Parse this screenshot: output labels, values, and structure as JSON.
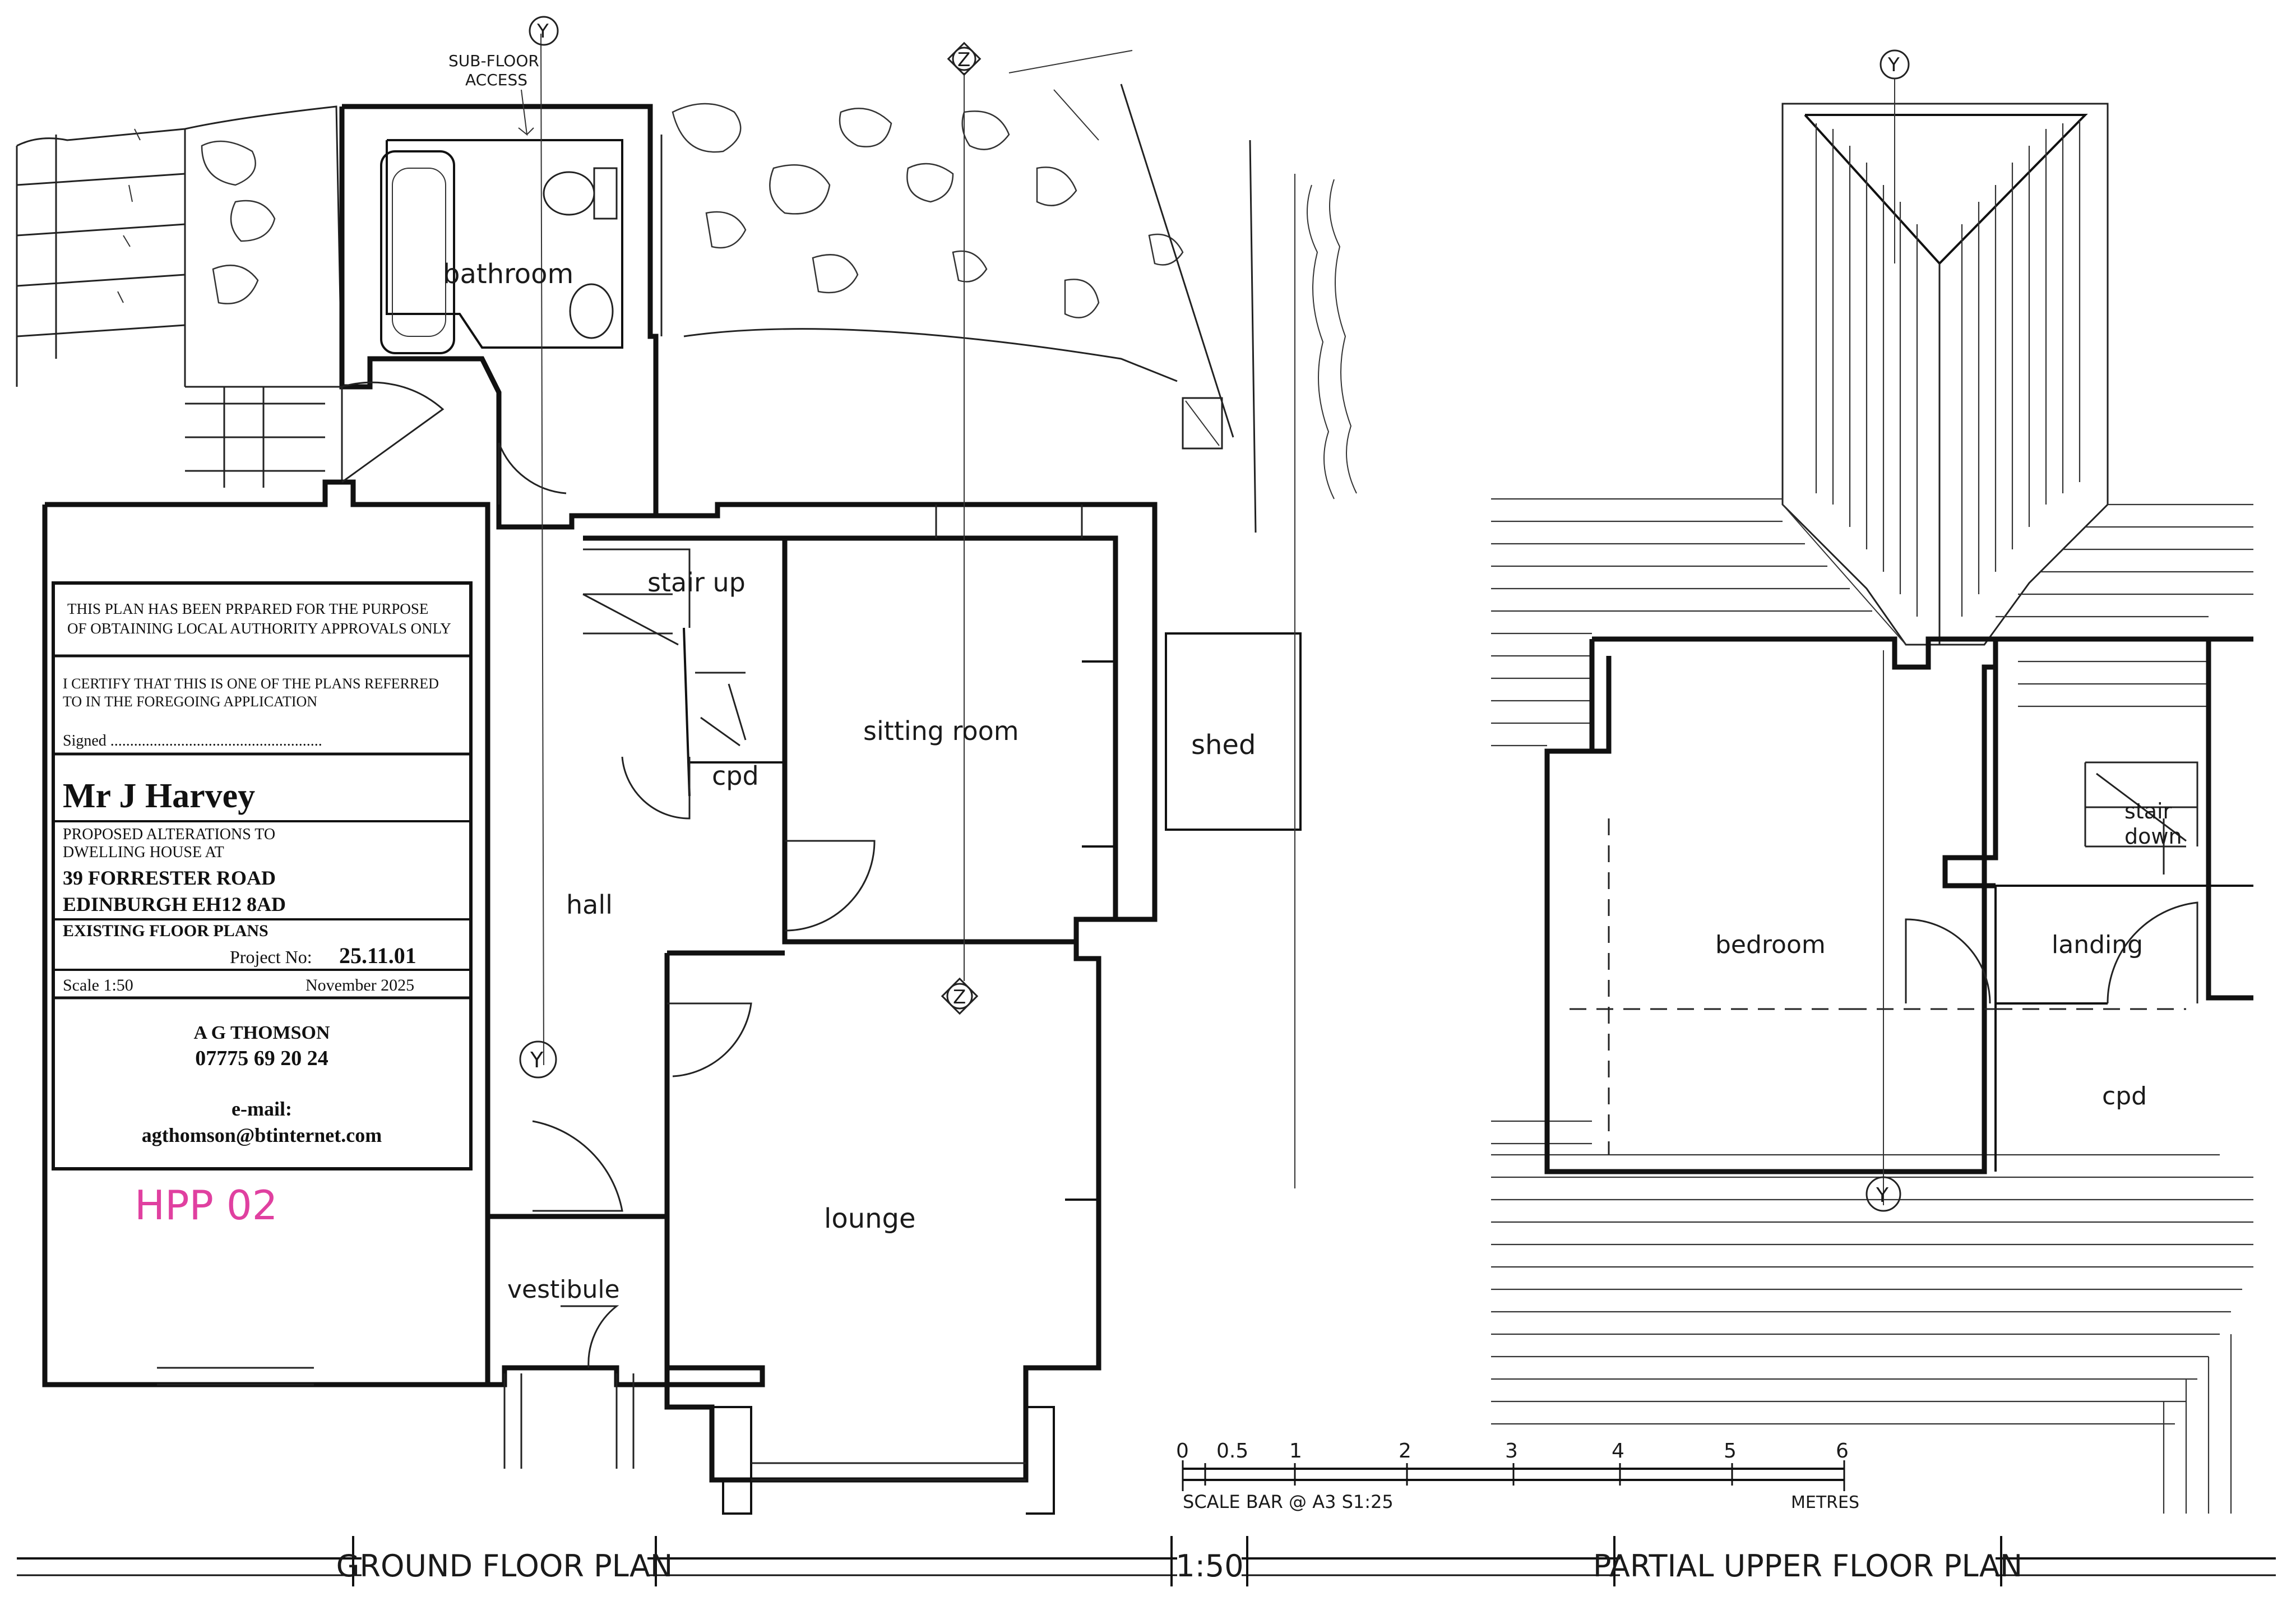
{
  "rooms": {
    "bathroom": "bathroom",
    "stair_up": "stair up",
    "cpd_ground": "cpd",
    "sitting_room": "sitting room",
    "hall": "hall",
    "lounge": "lounge",
    "vestibule": "vestibule",
    "shed": "shed",
    "bedroom": "bedroom",
    "stair_down_1": "stair",
    "stair_down_2": "down",
    "landing": "landing",
    "cpd_upper": "cpd"
  },
  "annotations": {
    "subfloor_1": "SUB-FLOOR",
    "subfloor_2": "ACCESS",
    "section_y": "Y",
    "section_z": "Z",
    "hpp": "HPP 02"
  },
  "title_block": {
    "purpose_1": "THIS PLAN HAS BEEN PRPARED FOR THE PURPOSE",
    "purpose_2": "OF OBTAINING LOCAL AUTHORITY APPROVALS ONLY",
    "certify_1": "I CERTIFY THAT THIS IS ONE OF THE PLANS REFERRED",
    "certify_2": "TO IN THE FOREGOING APPLICATION",
    "signed": "Signed ......................................................",
    "client": "Mr J Harvey",
    "desc_1": "PROPOSED ALTERATIONS TO",
    "desc_2": "DWELLING HOUSE AT",
    "address_1": "39 FORRESTER ROAD",
    "address_2": "EDINBURGH    EH12 8AD",
    "drawing_title": "EXISTING FLOOR PLANS",
    "project_label": "Project No:",
    "project_no": "25.11.01",
    "scale": "Scale 1:50",
    "date": "November  2025",
    "designer": "A G THOMSON",
    "phone": "07775 69 20 24",
    "email_label": "e-mail:",
    "email": "agthomson@btinternet.com"
  },
  "scale_bar": {
    "ticks": [
      "0",
      "0.5",
      "1",
      "2",
      "3",
      "4",
      "5",
      "6"
    ],
    "caption": "SCALE BAR @ A3  S1:25",
    "units": "METRES"
  },
  "footer": {
    "ground": "GROUND FLOOR PLAN",
    "scale": "1:50",
    "upper": "PARTIAL UPPER FLOOR PLAN"
  },
  "colors": {
    "ink": "#111111",
    "annotation_pink": "#e040a0"
  }
}
